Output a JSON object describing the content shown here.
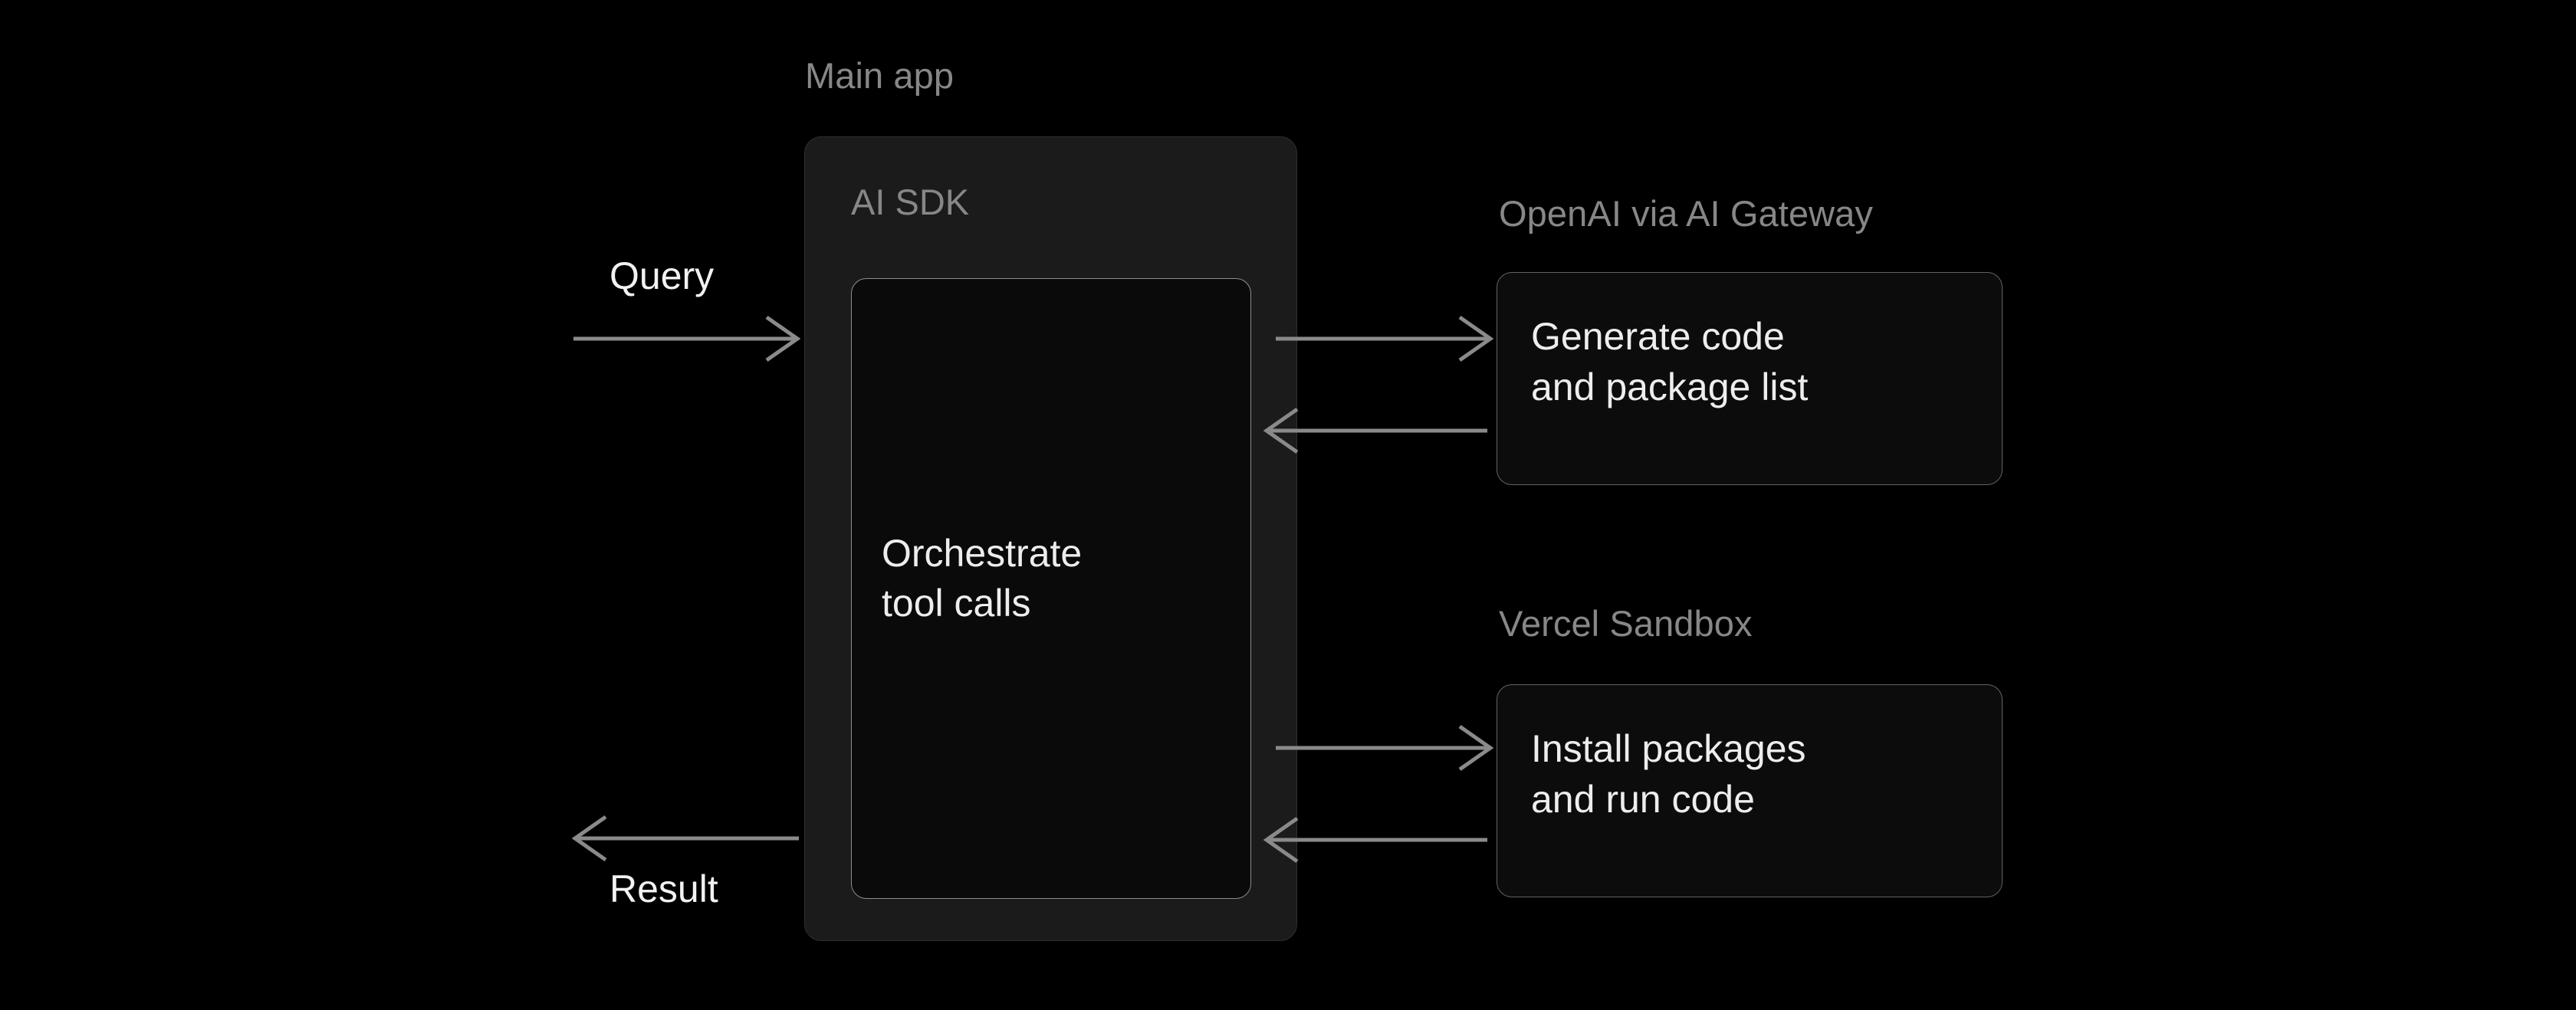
{
  "diagram": {
    "background_color": "#000000",
    "accent_line_color": "#8a8a8a",
    "muted_text_color": "#878787",
    "primary_text_color": "#ededed",
    "groups": {
      "main_app": {
        "caption": "Main app",
        "inner_label": "AI SDK",
        "inner_text": "Orchestrate\ntool calls"
      },
      "openai": {
        "caption": "OpenAI via AI Gateway",
        "box_text": "Generate code\nand package list"
      },
      "sandbox": {
        "caption": "Vercel Sandbox",
        "box_text": "Install packages\nand run code"
      }
    },
    "io": {
      "query_label": "Query",
      "result_label": "Result"
    },
    "arrows": [
      {
        "name": "query-in",
        "direction": "right"
      },
      {
        "name": "result-out",
        "direction": "left"
      },
      {
        "name": "sdk-to-openai",
        "direction": "right"
      },
      {
        "name": "openai-to-sdk",
        "direction": "left"
      },
      {
        "name": "sdk-to-sandbox",
        "direction": "right"
      },
      {
        "name": "sandbox-to-sdk",
        "direction": "left"
      }
    ]
  }
}
